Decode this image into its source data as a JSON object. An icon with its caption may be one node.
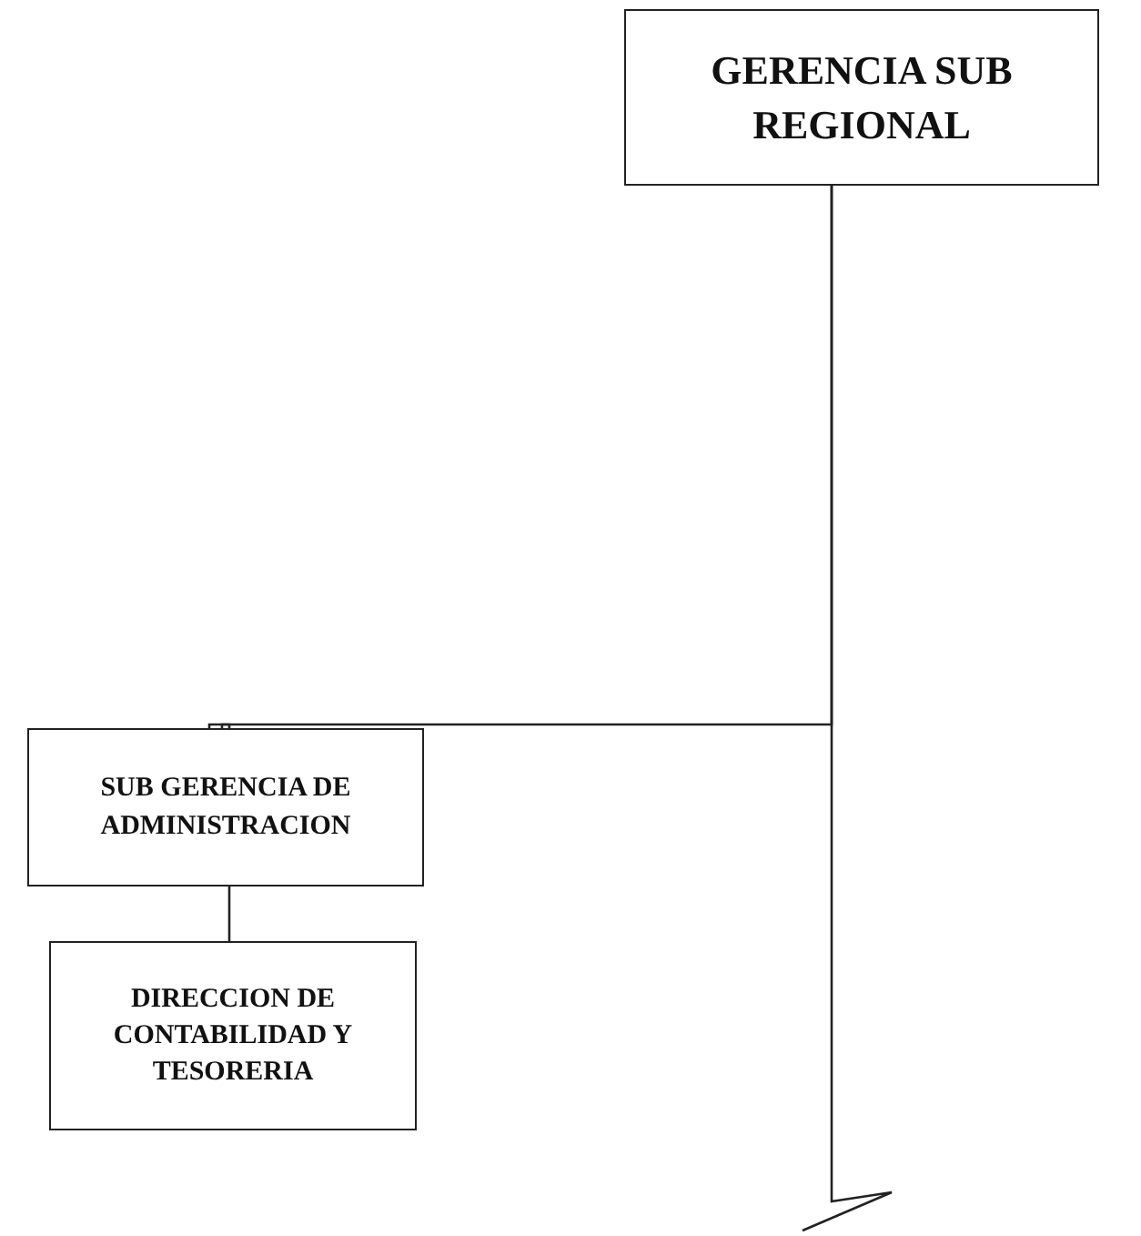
{
  "diagram": {
    "nodes": [
      {
        "text": [
          "GERENCIA SUB REGIONAL"
        ]
      },
      {
        "text": [
          "SUB GERENCIA DE ADMINISTRACION"
        ]
      },
      {
        "text": [
          "DIRECCION DE CONTABILIDAD Y TESORERIA"
        ]
      }
    ],
    "edges": [
      {
        "from": 0,
        "to": 1,
        "arrow": "none"
      },
      {
        "from": 1,
        "to": 2,
        "arrow": "none"
      },
      {
        "from": 0,
        "to": null,
        "arrow": "none"
      }
    ]
  }
}
